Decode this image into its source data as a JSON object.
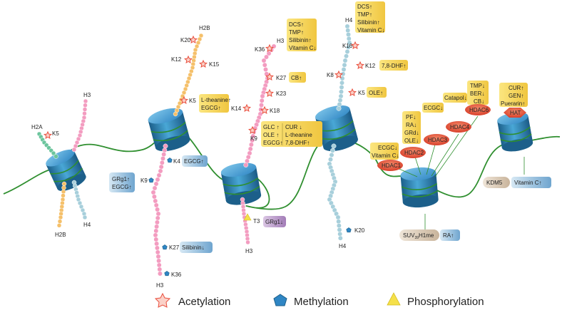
{
  "histones": {
    "n1_h2a": "H2A",
    "n1_h3": "H3",
    "n1_h2b": "H2B",
    "n1_h4": "H4",
    "n1_k5": "K5",
    "n2_h2b": "H2B",
    "n2_h3": "H3",
    "n3_h3_top": "H3",
    "n3_h3_bottom": "H3",
    "n4_h4_top": "H4",
    "n4_h4_bottom": "H4"
  },
  "residues": {
    "k20_h2b": "K20",
    "k12_h2b": "K12",
    "k15_h2b": "K15",
    "k5_h2b": "K5",
    "k4_h3": "K4",
    "k9_h3_left": "K9",
    "k27_h3_left": "K27",
    "k36_h3_left": "K36",
    "k36_h3": "K36",
    "k27_h3": "K27",
    "k23_h3": "K23",
    "k14_h3": "K14",
    "k18_h3": "K18",
    "k9_h3": "K9",
    "t3_h3": "T3",
    "k16_h4": "K16",
    "k12_h4": "K12",
    "k8_h4": "K8",
    "k5_h4": "K5",
    "k20_h4": "K20"
  },
  "boxes": {
    "grg1_egcg": [
      "GRg1↑",
      "EGCG↑"
    ],
    "egcg_k4": "EGCG↑",
    "silibinin_k27": "Silibinin↓",
    "ltheanine_egcg": [
      "L-theanine↑",
      "EGCG↑"
    ],
    "dcs_h3": [
      "DCS↑",
      "TMP↑",
      "Silibinin↑",
      "Vitamin C↓"
    ],
    "cb_k27": "CB↑",
    "glc_left": [
      "GLC ↑",
      "OLE ↑",
      "EGCG↑"
    ],
    "glc_right": [
      "CUR ↓",
      "L-theanine",
      "7,8-DHF↑"
    ],
    "grg1_t3": "GRg1↓",
    "dcs_h4": [
      "DCS↑",
      "TMP↑",
      "Silibinin↑",
      "Vitamin C↓"
    ],
    "dhf_k12": "7,8-DHF↑",
    "ole_k5": "OLE↑",
    "ecgc_vitc": [
      "ECGC↓",
      "Vitamin C↓"
    ],
    "pf_stack": [
      "PF↓",
      "RA↓",
      "GRd↓",
      "OLE↓"
    ],
    "ecgc_hdac3": "ECGC↓",
    "catapol": "Catapol↓",
    "tmp_stack": [
      "TMP↓",
      "BER↓",
      "CB↓"
    ],
    "cur_stack": [
      "CUR↑",
      "GEN↑",
      "Puerarin↑"
    ],
    "suv": "SUV",
    "suv_sub": "39",
    "suv_tail": "H1me",
    "ra": "RA↑",
    "kdm5": "KDM5",
    "vitc_right": "Vitamin C↑"
  },
  "enzymes": {
    "hdac1": "HDAC1",
    "hdac2": "HDAC2",
    "hdac3": "HDAC3",
    "hdac4": "HDAC4",
    "hdac6": "HDAC6",
    "hat": "HAT"
  },
  "legend": {
    "acetylation": "Acetylation",
    "methylation": "Methylation",
    "phosphorylation": "Phosphorylation"
  },
  "colors": {
    "acetylation": "#e9503f",
    "methylation": "#2f86c4",
    "phosphorylation": "#f5e04a",
    "dna": "#2f8f2f",
    "nucleosome": "#2a82b5",
    "tail_h3": "#f39cc0",
    "tail_h2b": "#f5c06a",
    "tail_h4": "#a7cfdb",
    "tail_h2a": "#6cc59d"
  }
}
